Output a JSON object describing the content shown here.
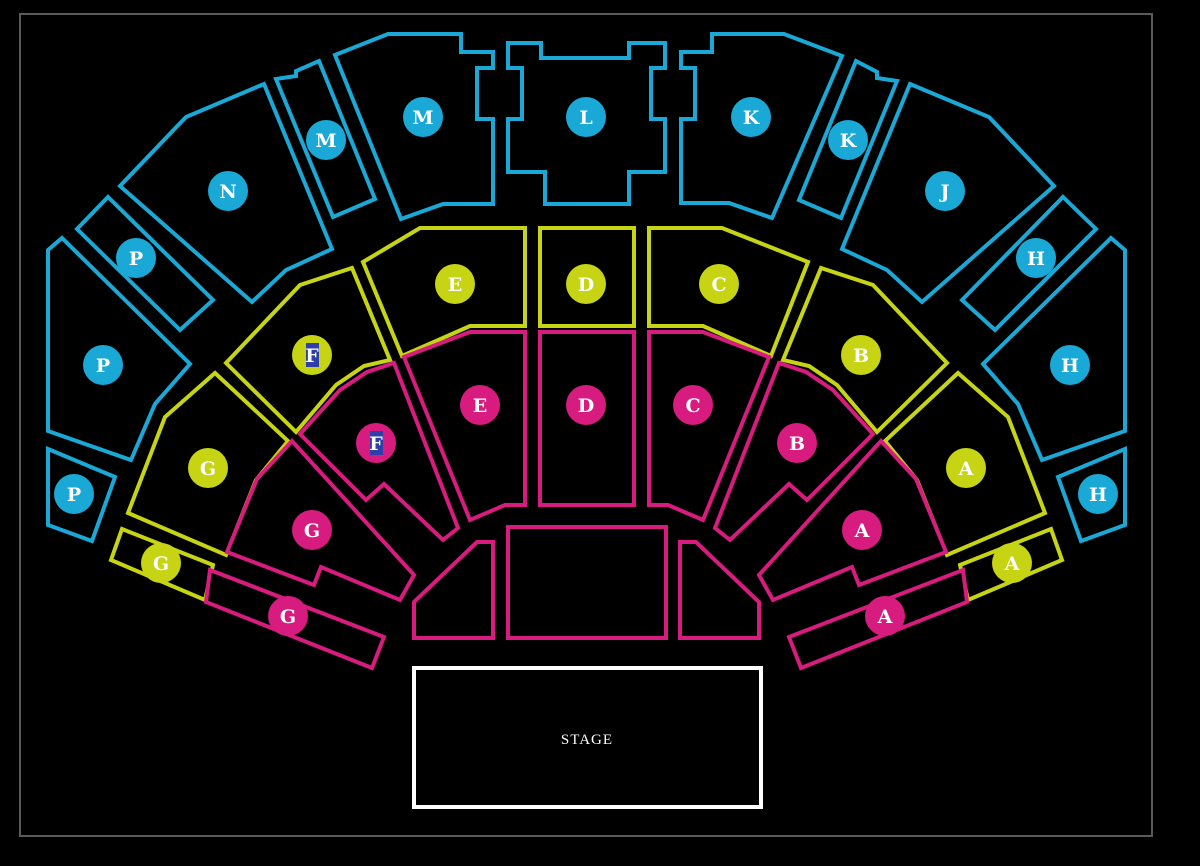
{
  "map": {
    "stage_label": "STAGE",
    "colors": {
      "upper_tier": "#1aa9d6",
      "middle_tier": "#c6d414",
      "lower_tier": "#d81b7e",
      "stage": "#ffffff",
      "frame": "#5a5a5a",
      "background": "#000000",
      "selection_highlight": "#2f3fa8"
    },
    "sections": [
      {
        "id": "upper-M-main",
        "label": "M",
        "tier": "blue",
        "badge": [
          423,
          117
        ]
      },
      {
        "id": "upper-M-aisle",
        "label": "M",
        "tier": "blue",
        "badge": [
          326,
          140
        ]
      },
      {
        "id": "upper-L",
        "label": "L",
        "tier": "blue",
        "badge": [
          586,
          117
        ]
      },
      {
        "id": "upper-K-main",
        "label": "K",
        "tier": "blue",
        "badge": [
          751,
          117
        ]
      },
      {
        "id": "upper-K-aisle",
        "label": "K",
        "tier": "blue",
        "badge": [
          848,
          140
        ]
      },
      {
        "id": "upper-N",
        "label": "N",
        "tier": "blue",
        "badge": [
          228,
          191
        ]
      },
      {
        "id": "upper-J",
        "label": "J",
        "tier": "blue",
        "badge": [
          945,
          191
        ]
      },
      {
        "id": "upper-P-aisle",
        "label": "P",
        "tier": "blue",
        "badge": [
          136,
          258
        ]
      },
      {
        "id": "upper-P-main",
        "label": "P",
        "tier": "blue",
        "badge": [
          103,
          365
        ]
      },
      {
        "id": "upper-P-lower",
        "label": "P",
        "tier": "blue",
        "badge": [
          74,
          494
        ]
      },
      {
        "id": "upper-H-aisle",
        "label": "H",
        "tier": "blue",
        "badge": [
          1036,
          258
        ]
      },
      {
        "id": "upper-H-main",
        "label": "H",
        "tier": "blue",
        "badge": [
          1070,
          365
        ]
      },
      {
        "id": "upper-H-lower",
        "label": "H",
        "tier": "blue",
        "badge": [
          1098,
          494
        ]
      },
      {
        "id": "mid-E",
        "label": "E",
        "tier": "lime",
        "badge": [
          455,
          284
        ]
      },
      {
        "id": "mid-D",
        "label": "D",
        "tier": "lime",
        "badge": [
          586,
          284
        ]
      },
      {
        "id": "mid-C",
        "label": "C",
        "tier": "lime",
        "badge": [
          719,
          284
        ]
      },
      {
        "id": "mid-F",
        "label": "F",
        "tier": "lime",
        "badge": [
          312,
          355
        ],
        "highlighted": true
      },
      {
        "id": "mid-B",
        "label": "B",
        "tier": "lime",
        "badge": [
          861,
          355
        ]
      },
      {
        "id": "mid-G",
        "label": "G",
        "tier": "lime",
        "badge": [
          208,
          468
        ]
      },
      {
        "id": "mid-A",
        "label": "A",
        "tier": "lime",
        "badge": [
          966,
          468
        ]
      },
      {
        "id": "mid-G-front",
        "label": "G",
        "tier": "lime",
        "badge": [
          161,
          563
        ]
      },
      {
        "id": "mid-A-front",
        "label": "A",
        "tier": "lime",
        "badge": [
          1012,
          563
        ]
      },
      {
        "id": "floor-E",
        "label": "E",
        "tier": "pink",
        "badge": [
          480,
          405
        ]
      },
      {
        "id": "floor-D",
        "label": "D",
        "tier": "pink",
        "badge": [
          586,
          405
        ]
      },
      {
        "id": "floor-C",
        "label": "C",
        "tier": "pink",
        "badge": [
          693,
          405
        ]
      },
      {
        "id": "floor-F",
        "label": "F",
        "tier": "pink",
        "badge": [
          376,
          443
        ],
        "highlighted": true
      },
      {
        "id": "floor-B",
        "label": "B",
        "tier": "pink",
        "badge": [
          797,
          443
        ]
      },
      {
        "id": "floor-G",
        "label": "G",
        "tier": "pink",
        "badge": [
          312,
          530
        ]
      },
      {
        "id": "floor-A",
        "label": "A",
        "tier": "pink",
        "badge": [
          862,
          530
        ]
      },
      {
        "id": "floor-G-front",
        "label": "G",
        "tier": "pink",
        "badge": [
          288,
          616
        ]
      },
      {
        "id": "floor-A-front",
        "label": "A",
        "tier": "pink",
        "badge": [
          885,
          616
        ]
      },
      {
        "id": "pit-left",
        "label": "",
        "tier": "pink"
      },
      {
        "id": "pit-center",
        "label": "",
        "tier": "pink"
      },
      {
        "id": "pit-right",
        "label": "",
        "tier": "pink"
      }
    ]
  }
}
